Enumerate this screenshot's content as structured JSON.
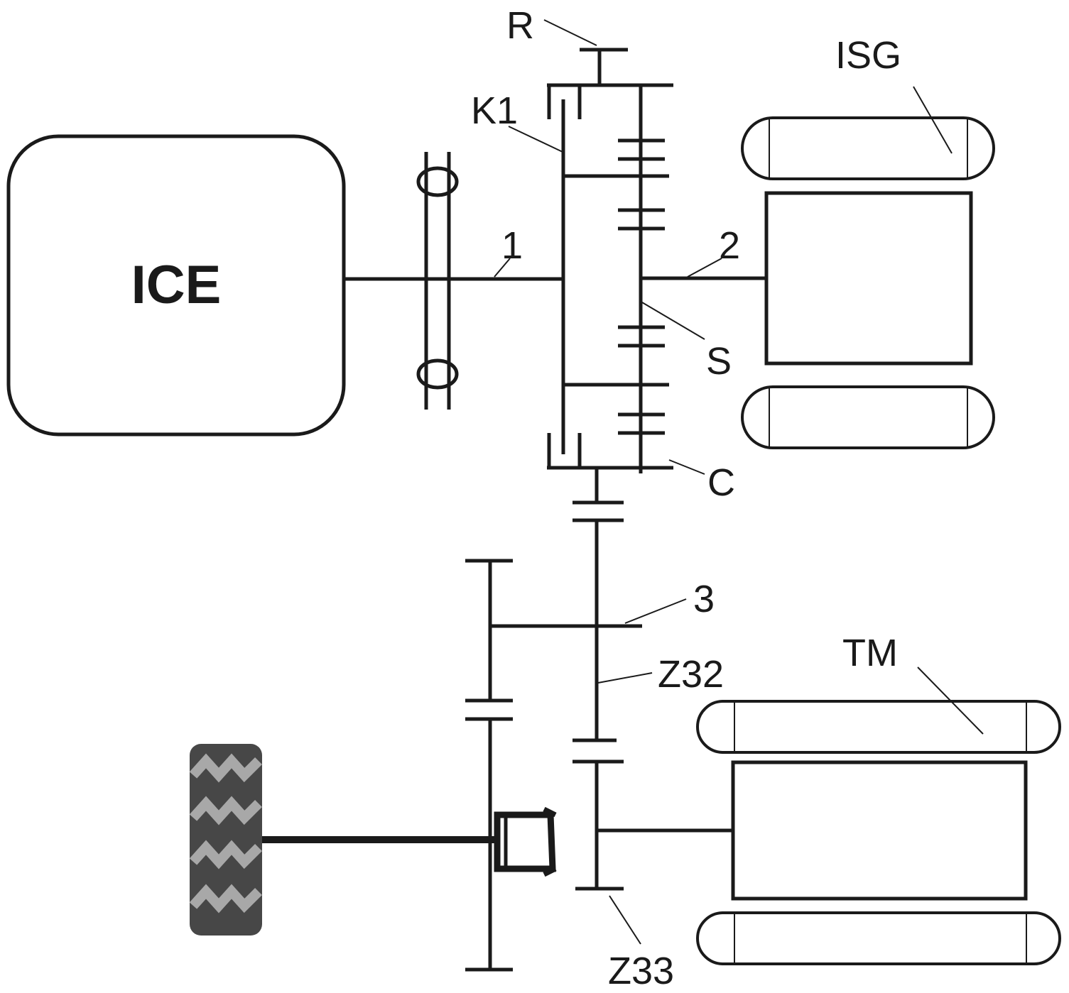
{
  "labels": {
    "ice": "ICE",
    "isg": "ISG",
    "tm": "TM",
    "r": "R",
    "k1": "K1",
    "s": "S",
    "c": "C",
    "shaft1": "1",
    "shaft2": "2",
    "shaft3": "3",
    "z32": "Z32",
    "z33": "Z33"
  },
  "colors": {
    "line": "#1a1a1a",
    "tire_fill": "#474747",
    "tire_tread": "#a8a8a8"
  }
}
